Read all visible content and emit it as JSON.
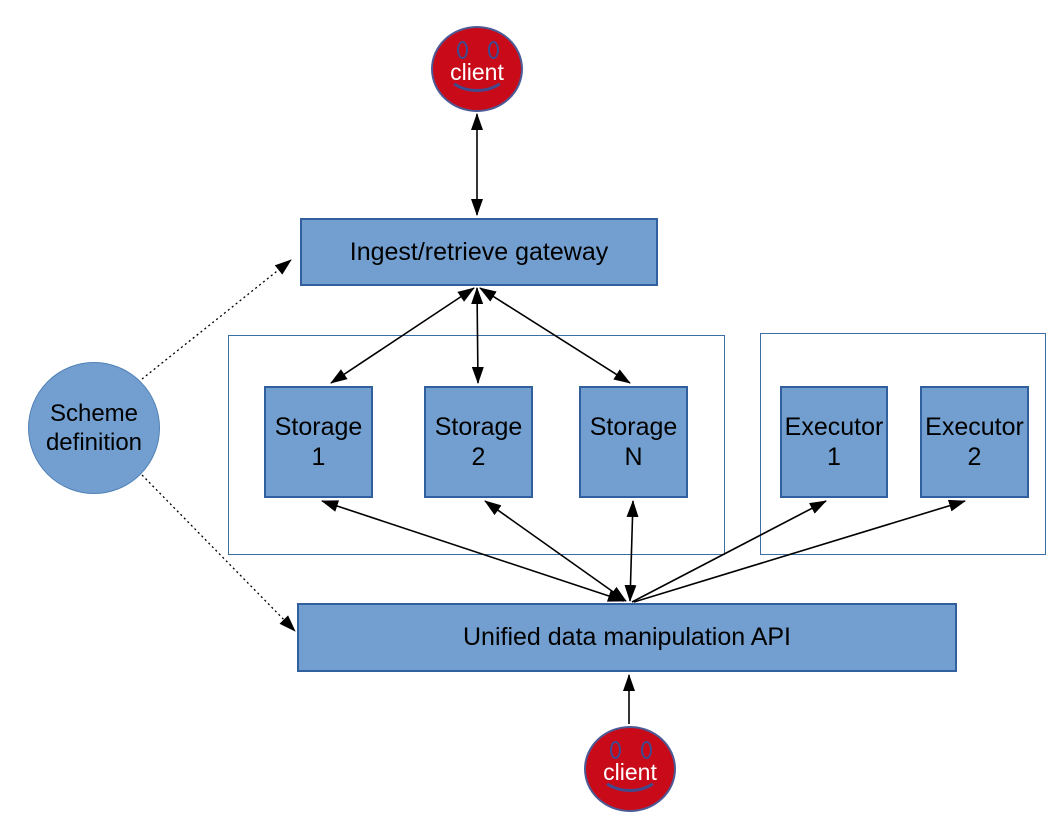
{
  "diagram": {
    "clients": {
      "top": {
        "label": "client"
      },
      "bottom": {
        "label": "client"
      }
    },
    "gateway": {
      "label": "Ingest/retrieve gateway"
    },
    "scheme": {
      "label": "Scheme\ndefinition"
    },
    "storages": {
      "items": [
        {
          "label": "Storage\n1"
        },
        {
          "label": "Storage\n2"
        },
        {
          "label": "Storage\nN"
        }
      ]
    },
    "executors": {
      "items": [
        {
          "label": "Executor\n1"
        },
        {
          "label": "Executor\n2"
        }
      ]
    },
    "api": {
      "label": "Unified data manipulation API"
    },
    "edges": [
      {
        "from": "client-top",
        "to": "ingest-retrieve-gateway",
        "style": "solid",
        "direction": "bidirectional"
      },
      {
        "from": "ingest-retrieve-gateway",
        "to": "storage-1",
        "style": "solid",
        "direction": "bidirectional"
      },
      {
        "from": "ingest-retrieve-gateway",
        "to": "storage-2",
        "style": "solid",
        "direction": "bidirectional"
      },
      {
        "from": "ingest-retrieve-gateway",
        "to": "storage-n",
        "style": "solid",
        "direction": "bidirectional"
      },
      {
        "from": "unified-data-manipulation-api",
        "to": "storage-1",
        "style": "solid",
        "direction": "bidirectional"
      },
      {
        "from": "unified-data-manipulation-api",
        "to": "storage-2",
        "style": "solid",
        "direction": "bidirectional"
      },
      {
        "from": "unified-data-manipulation-api",
        "to": "storage-n",
        "style": "solid",
        "direction": "bidirectional"
      },
      {
        "from": "unified-data-manipulation-api",
        "to": "executor-1",
        "style": "solid",
        "direction": "to"
      },
      {
        "from": "unified-data-manipulation-api",
        "to": "executor-2",
        "style": "solid",
        "direction": "to"
      },
      {
        "from": "client-bottom",
        "to": "unified-data-manipulation-api",
        "style": "solid",
        "direction": "to"
      },
      {
        "from": "scheme-definition",
        "to": "ingest-retrieve-gateway",
        "style": "dotted",
        "direction": "to"
      },
      {
        "from": "scheme-definition",
        "to": "unified-data-manipulation-api",
        "style": "dotted",
        "direction": "to"
      }
    ],
    "colors": {
      "node_fill": "#729fcf",
      "node_border": "#31609f",
      "group_border": "#3a6ea5",
      "client_fill": "#c90a19",
      "client_border": "#4c5a96",
      "client_face_features": "#3f4a8f",
      "arrow": "#000000",
      "text": "#000000",
      "client_text": "#ffffff",
      "background": "#ffffff"
    }
  }
}
